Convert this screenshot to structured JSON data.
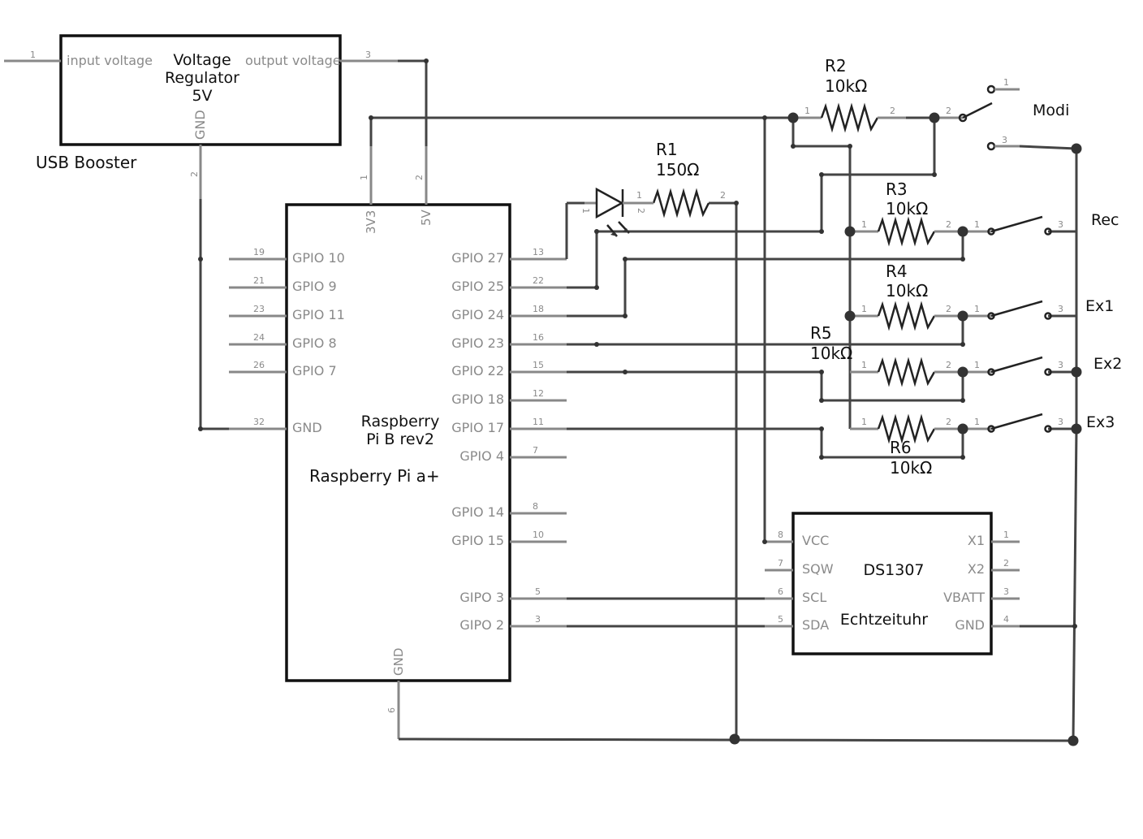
{
  "regulator": {
    "title_line1": "Voltage",
    "title_line2": "Regulator",
    "title_line3": "5V",
    "input_label": "input voltage",
    "output_label": "output voltage",
    "gnd_label": "GND",
    "pin_in": "1",
    "pin_out": "3",
    "pin_gnd": "2",
    "caption": "USB Booster"
  },
  "rpi": {
    "title_line1": "Raspberry",
    "title_line2": "Pi B rev2",
    "caption": "Raspberry Pi a+",
    "top_pins": [
      {
        "label": "3V3",
        "num": "1"
      },
      {
        "label": "5V",
        "num": "2"
      }
    ],
    "bottom_pin": {
      "label": "GND",
      "num": "6"
    },
    "left_pins": [
      {
        "label": "GPIO 10",
        "num": "19"
      },
      {
        "label": "GPIO 9",
        "num": "21"
      },
      {
        "label": "GPIO 11",
        "num": "23"
      },
      {
        "label": "GPIO 8",
        "num": "24"
      },
      {
        "label": "GPIO 7",
        "num": "26"
      },
      {
        "label": "GND",
        "num": "32"
      }
    ],
    "right_pins": [
      {
        "label": "GPIO 27",
        "num": "13"
      },
      {
        "label": "GPIO 25",
        "num": "22"
      },
      {
        "label": "GPIO 24",
        "num": "18"
      },
      {
        "label": "GPIO 23",
        "num": "16"
      },
      {
        "label": "GPIO 22",
        "num": "15"
      },
      {
        "label": "GPIO 18",
        "num": "12"
      },
      {
        "label": "GPIO 17",
        "num": "11"
      },
      {
        "label": "GPIO 4",
        "num": "7"
      },
      {
        "label": "GPIO 14",
        "num": "8"
      },
      {
        "label": "GPIO 15",
        "num": "10"
      },
      {
        "label": "GIPO 3",
        "num": "5"
      },
      {
        "label": "GIPO 2",
        "num": "3"
      }
    ]
  },
  "rtc": {
    "title": "DS1307",
    "subtitle": "Echtzeituhr",
    "left_pins": [
      {
        "label": "VCC",
        "num": "8"
      },
      {
        "label": "SQW",
        "num": "7"
      },
      {
        "label": "SCL",
        "num": "6"
      },
      {
        "label": "SDA",
        "num": "5"
      }
    ],
    "right_pins": [
      {
        "label": "X1",
        "num": "1"
      },
      {
        "label": "X2",
        "num": "2"
      },
      {
        "label": "VBATT",
        "num": "3"
      },
      {
        "label": "GND",
        "num": "4"
      }
    ]
  },
  "resistors": [
    {
      "name": "R1",
      "value": "150Ω",
      "pin1": "1",
      "pin2": "2"
    },
    {
      "name": "R2",
      "value": "10kΩ",
      "pin1": "1",
      "pin2": "2"
    },
    {
      "name": "R3",
      "value": "10kΩ",
      "pin1": "1",
      "pin2": "2"
    },
    {
      "name": "R4",
      "value": "10kΩ",
      "pin1": "1",
      "pin2": "2"
    },
    {
      "name": "R5",
      "value": "10kΩ",
      "pin1": "1",
      "pin2": "2"
    },
    {
      "name": "R6",
      "value": "10kΩ",
      "pin1": "1",
      "pin2": "2"
    }
  ],
  "led": {
    "pin1": "1",
    "pin2": "2"
  },
  "switches": [
    {
      "label": "Modi",
      "pin2": "2",
      "pin1": "1",
      "pin3": "3"
    },
    {
      "label": "Rec",
      "pin1": "1",
      "pin3": "3"
    },
    {
      "label": "Ex1",
      "pin1": "1",
      "pin3": "3"
    },
    {
      "label": "Ex2",
      "pin1": "1",
      "pin3": "3"
    },
    {
      "label": "Ex3",
      "pin1": "1",
      "pin3": "3"
    }
  ]
}
